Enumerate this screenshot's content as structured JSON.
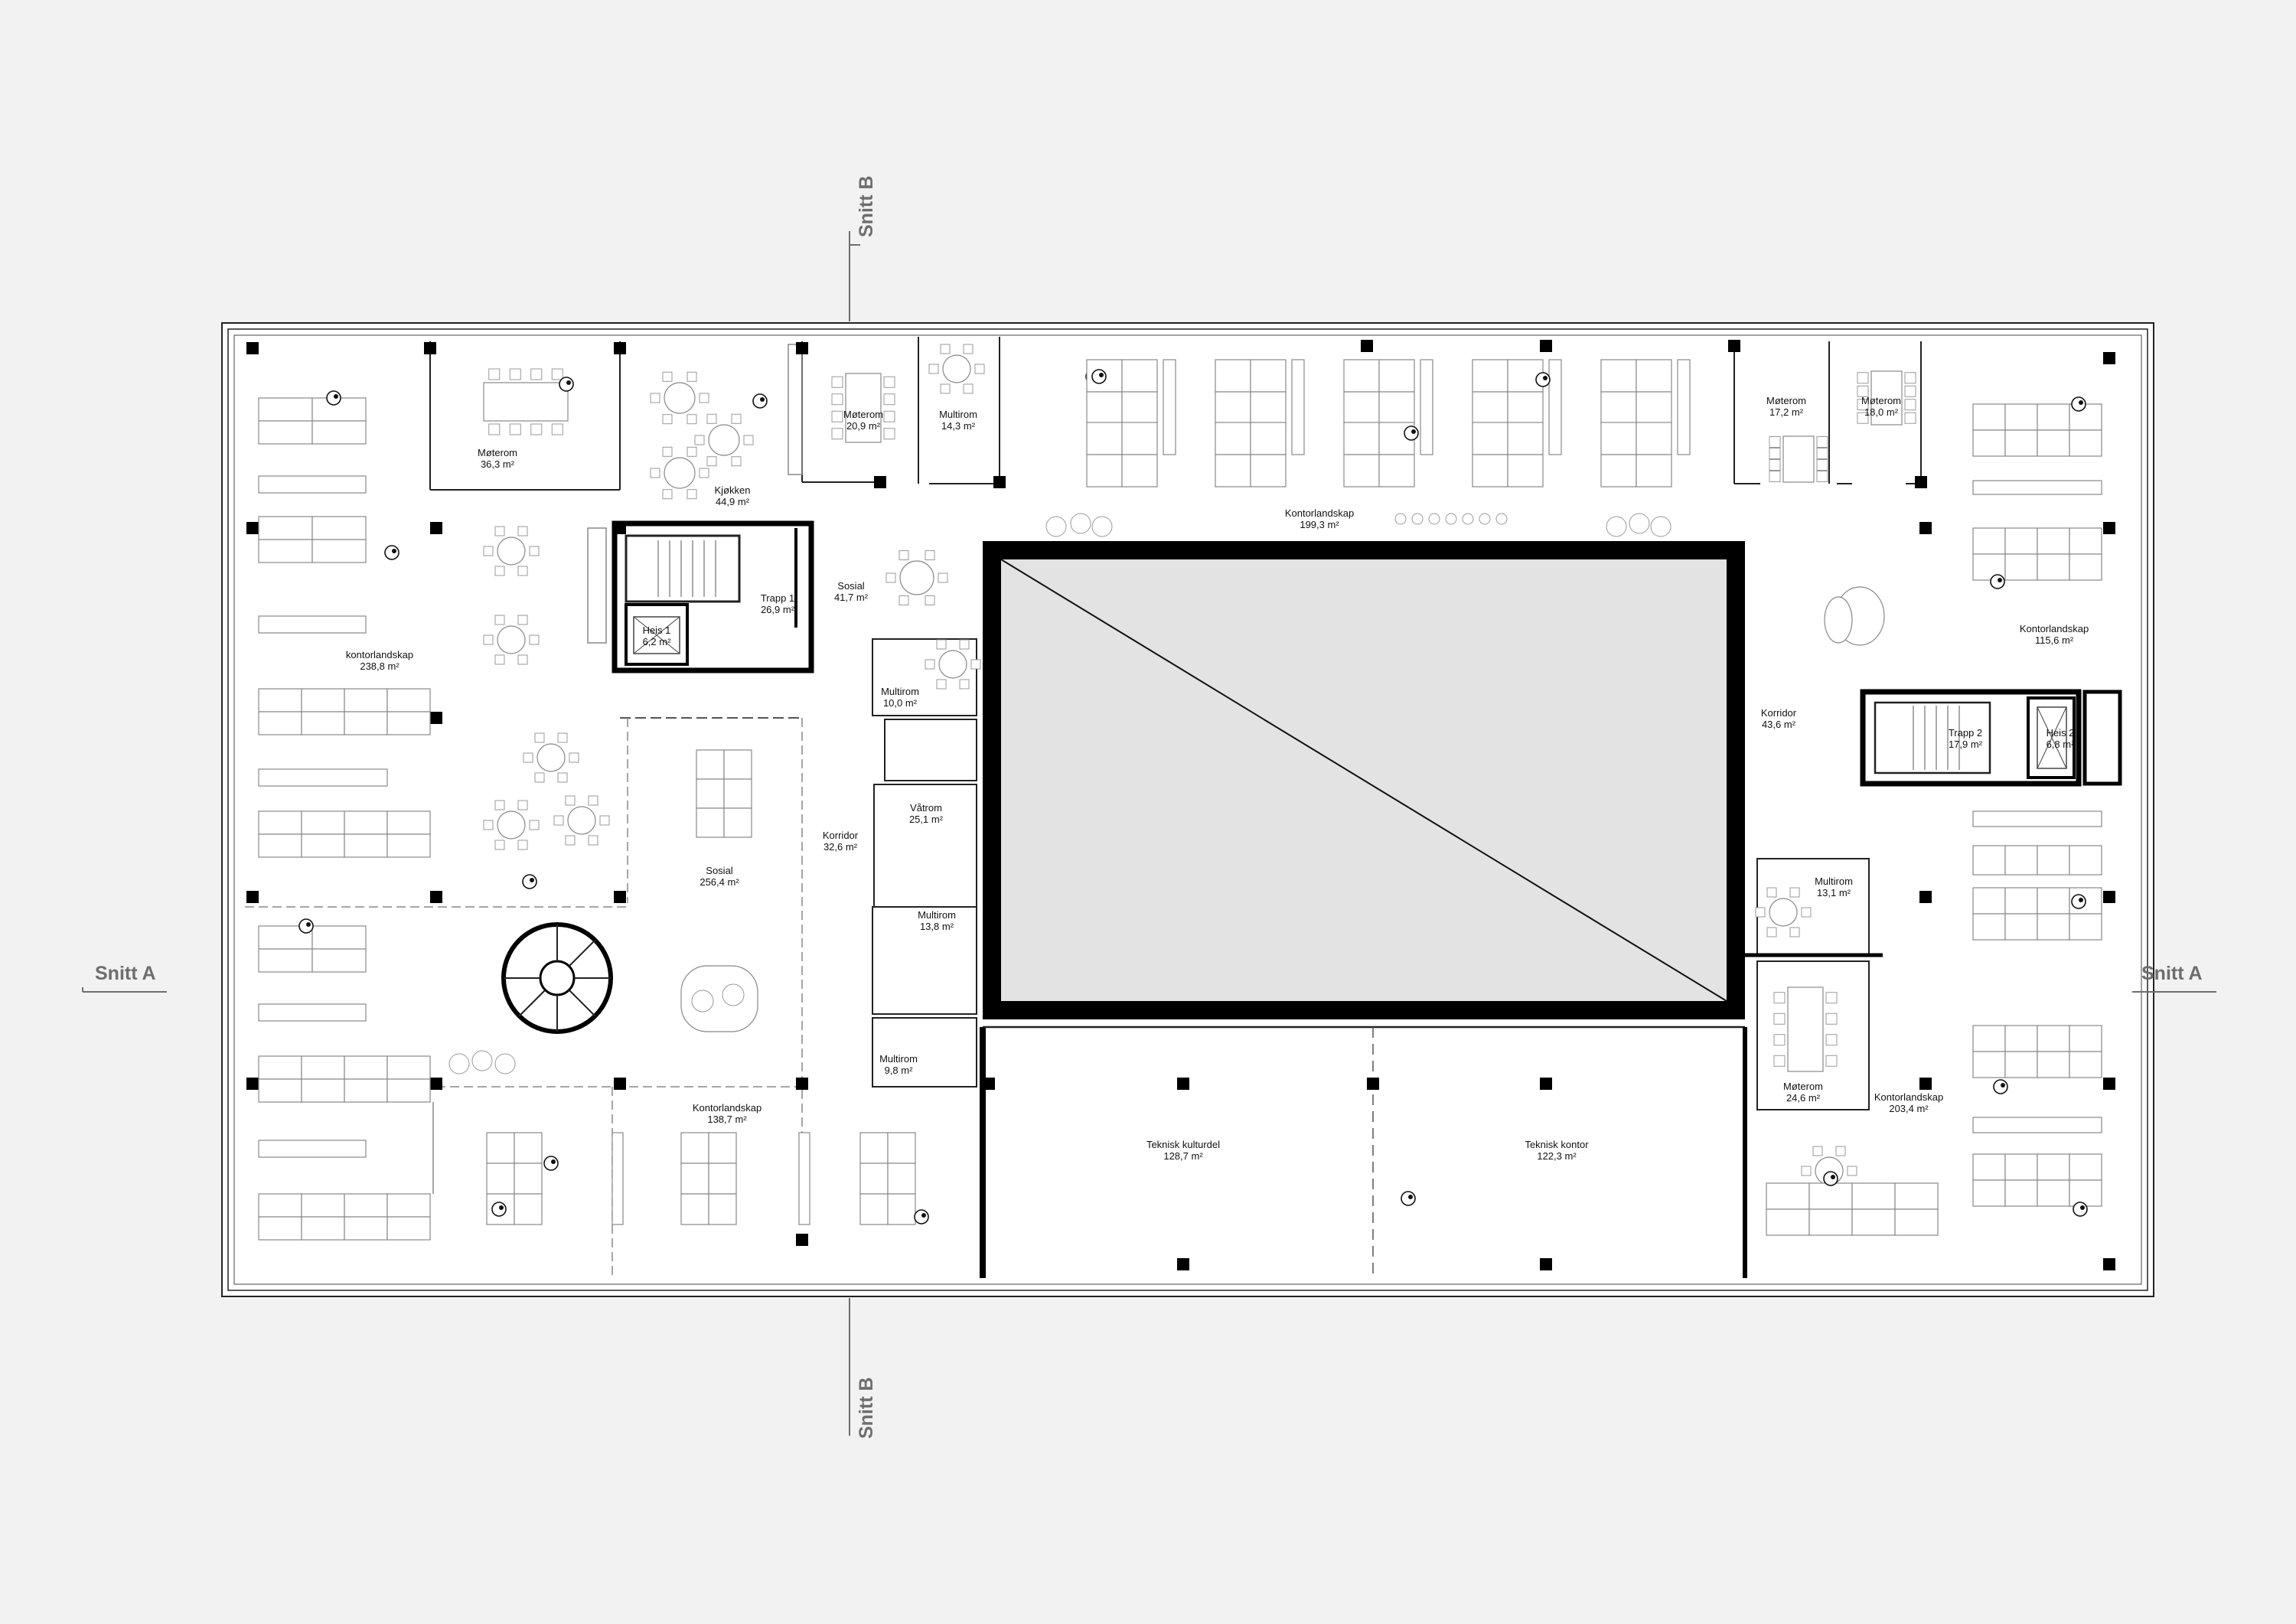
{
  "colors": {
    "background": "#f2f2f2",
    "floor": "#ffffff",
    "wall": "#000000",
    "atrium": "#e3e3e3",
    "section_line": "#6e6e6e"
  },
  "section_markers": {
    "a": "Snitt A",
    "b": "Snitt B"
  },
  "rooms": [
    {
      "id": "moterom-36",
      "name": "Møterom",
      "area": "36,3 m²"
    },
    {
      "id": "kjokken",
      "name": "Kjøkken",
      "area": "44,9 m²"
    },
    {
      "id": "moterom-20",
      "name": "Møterom",
      "area": "20,9 m²"
    },
    {
      "id": "multirom-14",
      "name": "Multirom",
      "area": "14,3 m²"
    },
    {
      "id": "kontorlandskap-199",
      "name": "Kontorlandskap",
      "area": "199,3 m²"
    },
    {
      "id": "moterom-17",
      "name": "Møterom",
      "area": "17,2 m²"
    },
    {
      "id": "moterom-18",
      "name": "Møterom",
      "area": "18,0 m²"
    },
    {
      "id": "trapp-1",
      "name": "Trapp 1",
      "area": "26,9 m²"
    },
    {
      "id": "heis-1",
      "name": "Heis 1",
      "area": "6,2 m²"
    },
    {
      "id": "sosial-41",
      "name": "Sosial",
      "area": "41,7 m²"
    },
    {
      "id": "kontorlandskap-238",
      "name": "kontorlandskap",
      "area": "238,8 m²"
    },
    {
      "id": "multirom-10",
      "name": "Multirom",
      "area": "10,0 m²"
    },
    {
      "id": "vatrom",
      "name": "Våtrom",
      "area": "25,1 m²"
    },
    {
      "id": "korridor-32",
      "name": "Korridor",
      "area": "32,6 m²"
    },
    {
      "id": "sosial-256",
      "name": "Sosial",
      "area": "256,4 m²"
    },
    {
      "id": "multirom-13-8",
      "name": "Multirom",
      "area": "13,8 m²"
    },
    {
      "id": "multirom-9",
      "name": "Multirom",
      "area": "9,8 m²"
    },
    {
      "id": "kontorlandskap-138",
      "name": "Kontorlandskap",
      "area": "138,7 m²"
    },
    {
      "id": "teknisk-kulturdel",
      "name": "Teknisk kulturdel",
      "area": "128,7 m²"
    },
    {
      "id": "teknisk-kontor",
      "name": "Teknisk kontor",
      "area": "122,3 m²"
    },
    {
      "id": "korridor-43",
      "name": "Korridor",
      "area": "43,6 m²"
    },
    {
      "id": "kontorlandskap-115",
      "name": "Kontorlandskap",
      "area": "115,6 m²"
    },
    {
      "id": "trapp-2",
      "name": "Trapp 2",
      "area": "17,9 m²"
    },
    {
      "id": "heis-2",
      "name": "Heis 2",
      "area": "6,8 m²"
    },
    {
      "id": "multirom-13-1",
      "name": "Multirom",
      "area": "13,1 m²"
    },
    {
      "id": "moterom-24",
      "name": "Møterom",
      "area": "24,6 m²"
    },
    {
      "id": "kontorlandskap-203",
      "name": "Kontorlandskap",
      "area": "203,4 m²"
    }
  ]
}
